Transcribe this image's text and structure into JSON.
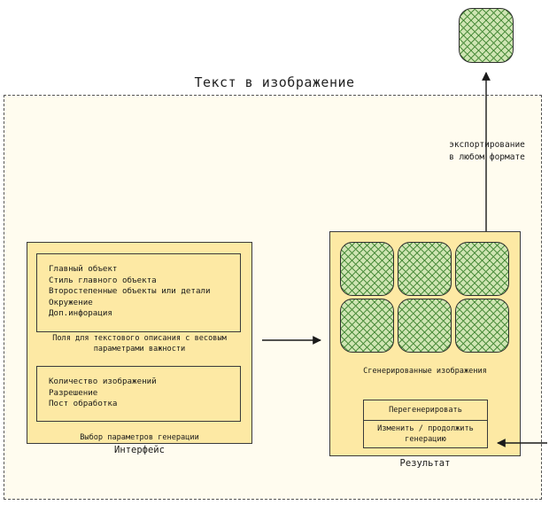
{
  "title": "Текст в изображение",
  "export_label": [
    "экспортирование",
    "в любом формате"
  ],
  "interface": {
    "fields": [
      "Главный объект",
      "Стиль главного объекта",
      "Второстепенные объекты или детали",
      "Окружение",
      "Доп.инфорация"
    ],
    "fields_caption": [
      "Поля для текстового описания с весовым",
      "параметрами важности"
    ],
    "params": [
      "Количество изображений",
      "Разрешение",
      "Пост обработка"
    ],
    "params_caption": "Выбор параметров генерации",
    "label": "Интерфейс"
  },
  "result": {
    "caption": "Сгенерированные изображения",
    "regenerate": "Перегенерировать",
    "edit": [
      "Изменить / продолжить",
      "генерацию"
    ],
    "label": "Результат"
  },
  "colors": {
    "panel_fill": "#fde9a4",
    "frame_fill": "#fffcef",
    "tile_fill": "#cfe5b3",
    "tile_hatch": "#4f8f3f"
  }
}
